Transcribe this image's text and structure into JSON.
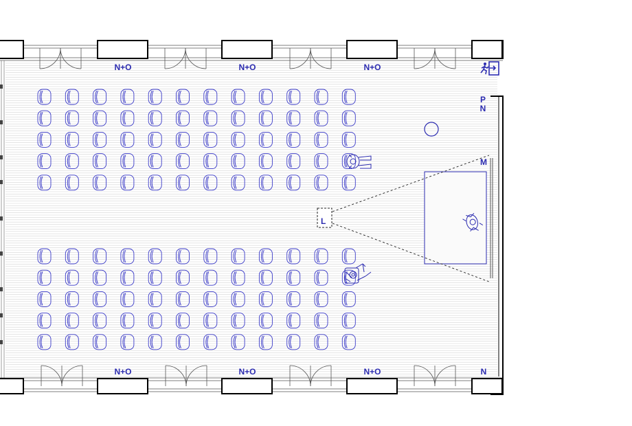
{
  "labels": {
    "ventilation": "N+O",
    "exit_p": "P",
    "n": "N",
    "m": "M",
    "lectern": "L"
  },
  "seating": {
    "columns": 12,
    "rows_per_block": 5,
    "blocks": 2
  },
  "colors": {
    "plan_blue": "#2b2bb0",
    "wall": "#000000",
    "floor_lines": "#d4d4d4"
  },
  "icons": [
    "emergency-exit-icon",
    "person-icon",
    "wheelchair-icon",
    "seat-icon",
    "sink-icon"
  ]
}
